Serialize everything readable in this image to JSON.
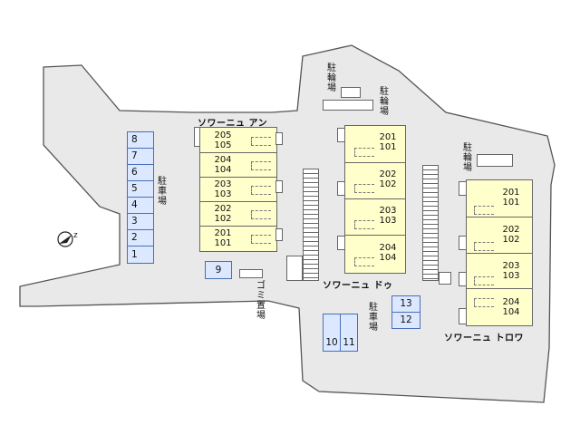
{
  "buildings": {
    "an": {
      "name": "ソワーニュ アン",
      "units": [
        {
          "upper": "205",
          "lower": "105"
        },
        {
          "upper": "204",
          "lower": "104"
        },
        {
          "upper": "203",
          "lower": "103"
        },
        {
          "upper": "202",
          "lower": "102"
        },
        {
          "upper": "201",
          "lower": "101"
        }
      ]
    },
    "deux": {
      "name": "ソワーニュ ドゥ",
      "units": [
        {
          "upper": "201",
          "lower": "101"
        },
        {
          "upper": "202",
          "lower": "102"
        },
        {
          "upper": "203",
          "lower": "103"
        },
        {
          "upper": "204",
          "lower": "104"
        }
      ]
    },
    "trois": {
      "name": "ソワーニュ トロワ",
      "units": [
        {
          "upper": "201",
          "lower": "101"
        },
        {
          "upper": "202",
          "lower": "102"
        },
        {
          "upper": "203",
          "lower": "103"
        },
        {
          "upper": "204",
          "lower": "104"
        }
      ]
    }
  },
  "parking": {
    "label_west": "駐車場",
    "label_south": "駐車場",
    "west_slots": [
      "8",
      "7",
      "6",
      "5",
      "4",
      "3",
      "2",
      "1"
    ],
    "slot_9": "9",
    "slots_10_11": [
      "10",
      "11"
    ],
    "slots_13_12": [
      "13",
      "12"
    ]
  },
  "bicycle_parking": {
    "label_top_left": "駐輪場",
    "label_top_right": "駐輪場",
    "label_right": "駐輪場"
  },
  "garbage": {
    "label": "ゴミ置場"
  },
  "compass": {
    "icon": "north-arrow-icon"
  },
  "colors": {
    "ground": "#e9e9e9",
    "building": "#ffffcc",
    "parking": "#dbe8ff",
    "parking_border": "#4a6fb5"
  }
}
